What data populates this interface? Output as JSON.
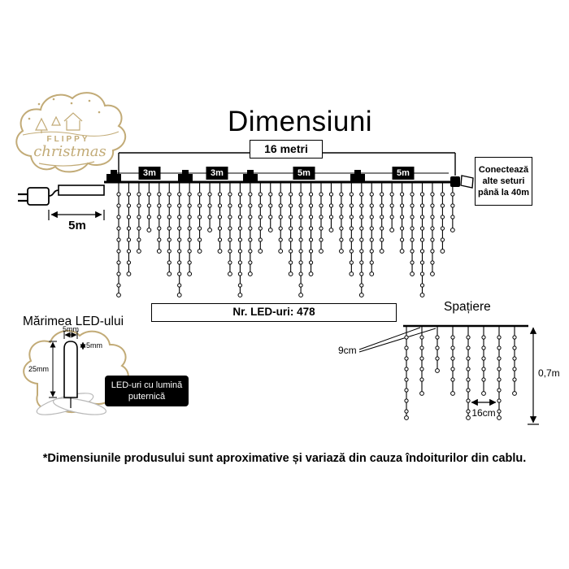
{
  "colors": {
    "brand_tan": "#c2ab77",
    "ink": "#000000"
  },
  "logo": {
    "line1": "FLIPPY",
    "line2": "christmas"
  },
  "title": "Dimensiuni",
  "main_diagram": {
    "total_length": "16 metri",
    "segments": [
      "3m",
      "3m",
      "5m",
      "5m"
    ],
    "lead_length": "5m",
    "connector_note": "Conectează alte seturi până la 40m",
    "led_count": "Nr. LED-uri: 478"
  },
  "led_size": {
    "title": "Mărimea LED-ului",
    "bulb_width": "5mm",
    "dome_height": "5mm",
    "bulb_height": "25mm",
    "note": "LED-uri cu lumină puternică"
  },
  "spacing": {
    "title": "Spațiere",
    "drop_offset": "9cm",
    "drop_gap": "16cm",
    "drop_length": "0,7m"
  },
  "footnote": "*Dimensiunile produsului sunt aproximative și variază din cauza îndoiturilor din cablu."
}
